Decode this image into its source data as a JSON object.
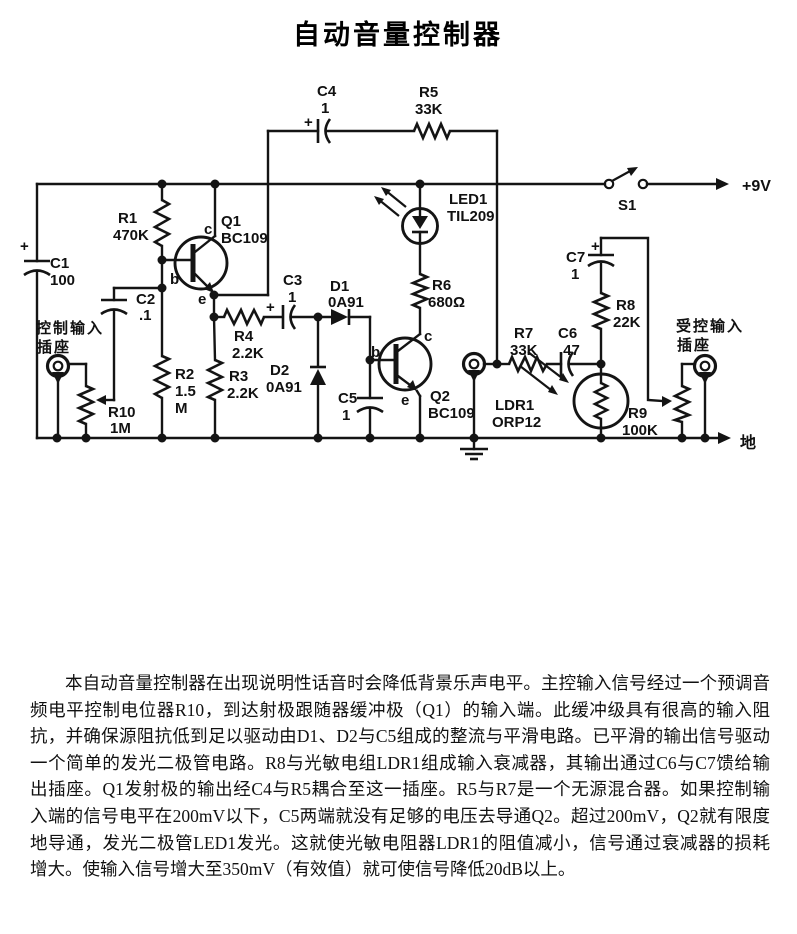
{
  "title": "自动音量控制器",
  "schematic": {
    "power_label": "+9V",
    "ground_label": "地",
    "switch_label": "S1",
    "symbols": {
      "plus": "+"
    },
    "terminals": {
      "base": "b",
      "collector": "c",
      "emitter": "e"
    },
    "jacks": {
      "control_input_line1": "控制输入",
      "control_input_line2": "插座",
      "controlled_input_line1": "受控输入",
      "controlled_input_line2": "插座"
    },
    "components": {
      "c1": {
        "name": "C1",
        "value": "100"
      },
      "c2": {
        "name": "C2",
        "value": ".1"
      },
      "c3": {
        "name": "C3",
        "value": "1"
      },
      "c4": {
        "name": "C4",
        "value": "1"
      },
      "c5": {
        "name": "C5",
        "value": "1"
      },
      "c6": {
        "name": "C6",
        "value": ".47"
      },
      "c7": {
        "name": "C7",
        "value": "1"
      },
      "r1": {
        "name": "R1",
        "value": "470K"
      },
      "r2": {
        "name": "R2",
        "value": "1.5",
        "value2": "M"
      },
      "r3": {
        "name": "R3",
        "value": "2.2K"
      },
      "r4": {
        "name": "R4",
        "value": "2.2K"
      },
      "r5": {
        "name": "R5",
        "value": "33K"
      },
      "r6": {
        "name": "R6",
        "value": "680Ω"
      },
      "r7": {
        "name": "R7",
        "value": "33K"
      },
      "r8": {
        "name": "R8",
        "value": "22K"
      },
      "r9": {
        "name": "R9",
        "value": "100K"
      },
      "r10": {
        "name": "R10",
        "value": "1M"
      },
      "d1": {
        "name": "D1",
        "part": "0A91"
      },
      "d2": {
        "name": "D2",
        "part": "0A91"
      },
      "q1": {
        "name": "Q1",
        "part": "BC109"
      },
      "q2": {
        "name": "Q2",
        "part": "BC109"
      },
      "led1": {
        "name": "LED1",
        "part": "TIL209"
      },
      "ldr1": {
        "name": "LDR1",
        "part": "ORP12"
      }
    }
  },
  "description": {
    "lines": [
      "本自动音量控制器在出现说明性话音时会降低背景乐声电平。主控输入信号经过一个预调音",
      "频电平控制电位器R10，到达射极跟随器缓冲极（Q1）的输入端。此缓冲级具有很高的输入阻",
      "抗，并确保源阻抗低到足以驱动由D1、D2与C5组成的整流与平滑电路。已平滑的输出信号驱动",
      "一个简单的发光二极管电路。R8与光敏电组LDR1组成输入衰减器，其输出通过C6与C7馈给输",
      "出插座。Q1发射极的输出经C4与R5耦合至这一插座。R5与R7是一个无源混合器。如果控制输",
      "入端的信号电平在200mV以下，C5两端就没有足够的电压去导通Q2。超过200mV，Q2就有限度",
      "地导通，发光二极管LED1发光。这就使光敏电阻器LDR1的阻值减小，信号通过衰减器的损耗",
      "增大。使输入信号增大至350mV（有效值）就可使信号降低20dB以上。"
    ]
  }
}
